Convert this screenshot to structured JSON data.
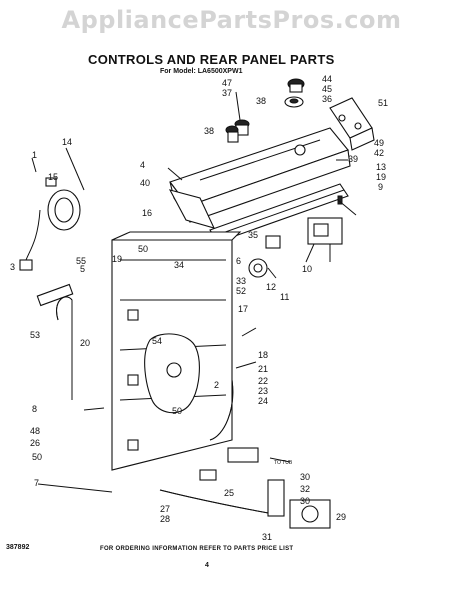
{
  "watermark": "AppliancePartsPros.com",
  "title": "CONTROLS AND REAR PANEL PARTS",
  "subtitle": "For Model: LA6500XPW1",
  "footer": {
    "code": "387892",
    "ordering_note": "FOR ORDERING INFORMATION REFER TO PARTS PRICE LIST",
    "page": "4",
    "to_tub": "TO TUB"
  },
  "callouts": [
    "1",
    "14",
    "15",
    "3",
    "55",
    "5",
    "19",
    "50",
    "34",
    "53",
    "20",
    "54",
    "8",
    "48",
    "26",
    "50b",
    "7",
    "4",
    "40",
    "16",
    "47",
    "37",
    "38",
    "38b",
    "44",
    "45",
    "36",
    "51",
    "49",
    "42",
    "39",
    "13",
    "19b",
    "9",
    "35",
    "10",
    "6",
    "33",
    "52",
    "12",
    "11",
    "17",
    "18",
    "2",
    "21",
    "22",
    "23",
    "24",
    "50c",
    "30",
    "32",
    "30b",
    "27",
    "28",
    "25",
    "29",
    "31"
  ],
  "callout_labels": {
    "1": "1",
    "14": "14",
    "15": "15",
    "3": "3",
    "55": "55",
    "5": "5",
    "19": "19",
    "50": "50",
    "34": "34",
    "53": "53",
    "20": "20",
    "54": "54",
    "8": "8",
    "48": "48",
    "26": "26",
    "50b": "50",
    "7": "7",
    "4": "4",
    "40": "40",
    "16": "16",
    "47": "47",
    "37": "37",
    "38": "38",
    "38b": "38",
    "44": "44",
    "45": "45",
    "36": "36",
    "51": "51",
    "49": "49",
    "42": "42",
    "39": "39",
    "13": "13",
    "19b": "19",
    "9": "9",
    "35": "35",
    "10": "10",
    "6": "6",
    "33": "33",
    "52": "52",
    "12": "12",
    "11": "11",
    "17": "17",
    "18": "18",
    "2": "2",
    "21": "21",
    "22": "22",
    "23": "23",
    "24": "24",
    "50c": "50",
    "30": "30",
    "32": "32",
    "30b": "30",
    "27": "27",
    "28": "28",
    "25": "25",
    "29": "29",
    "31": "31"
  }
}
